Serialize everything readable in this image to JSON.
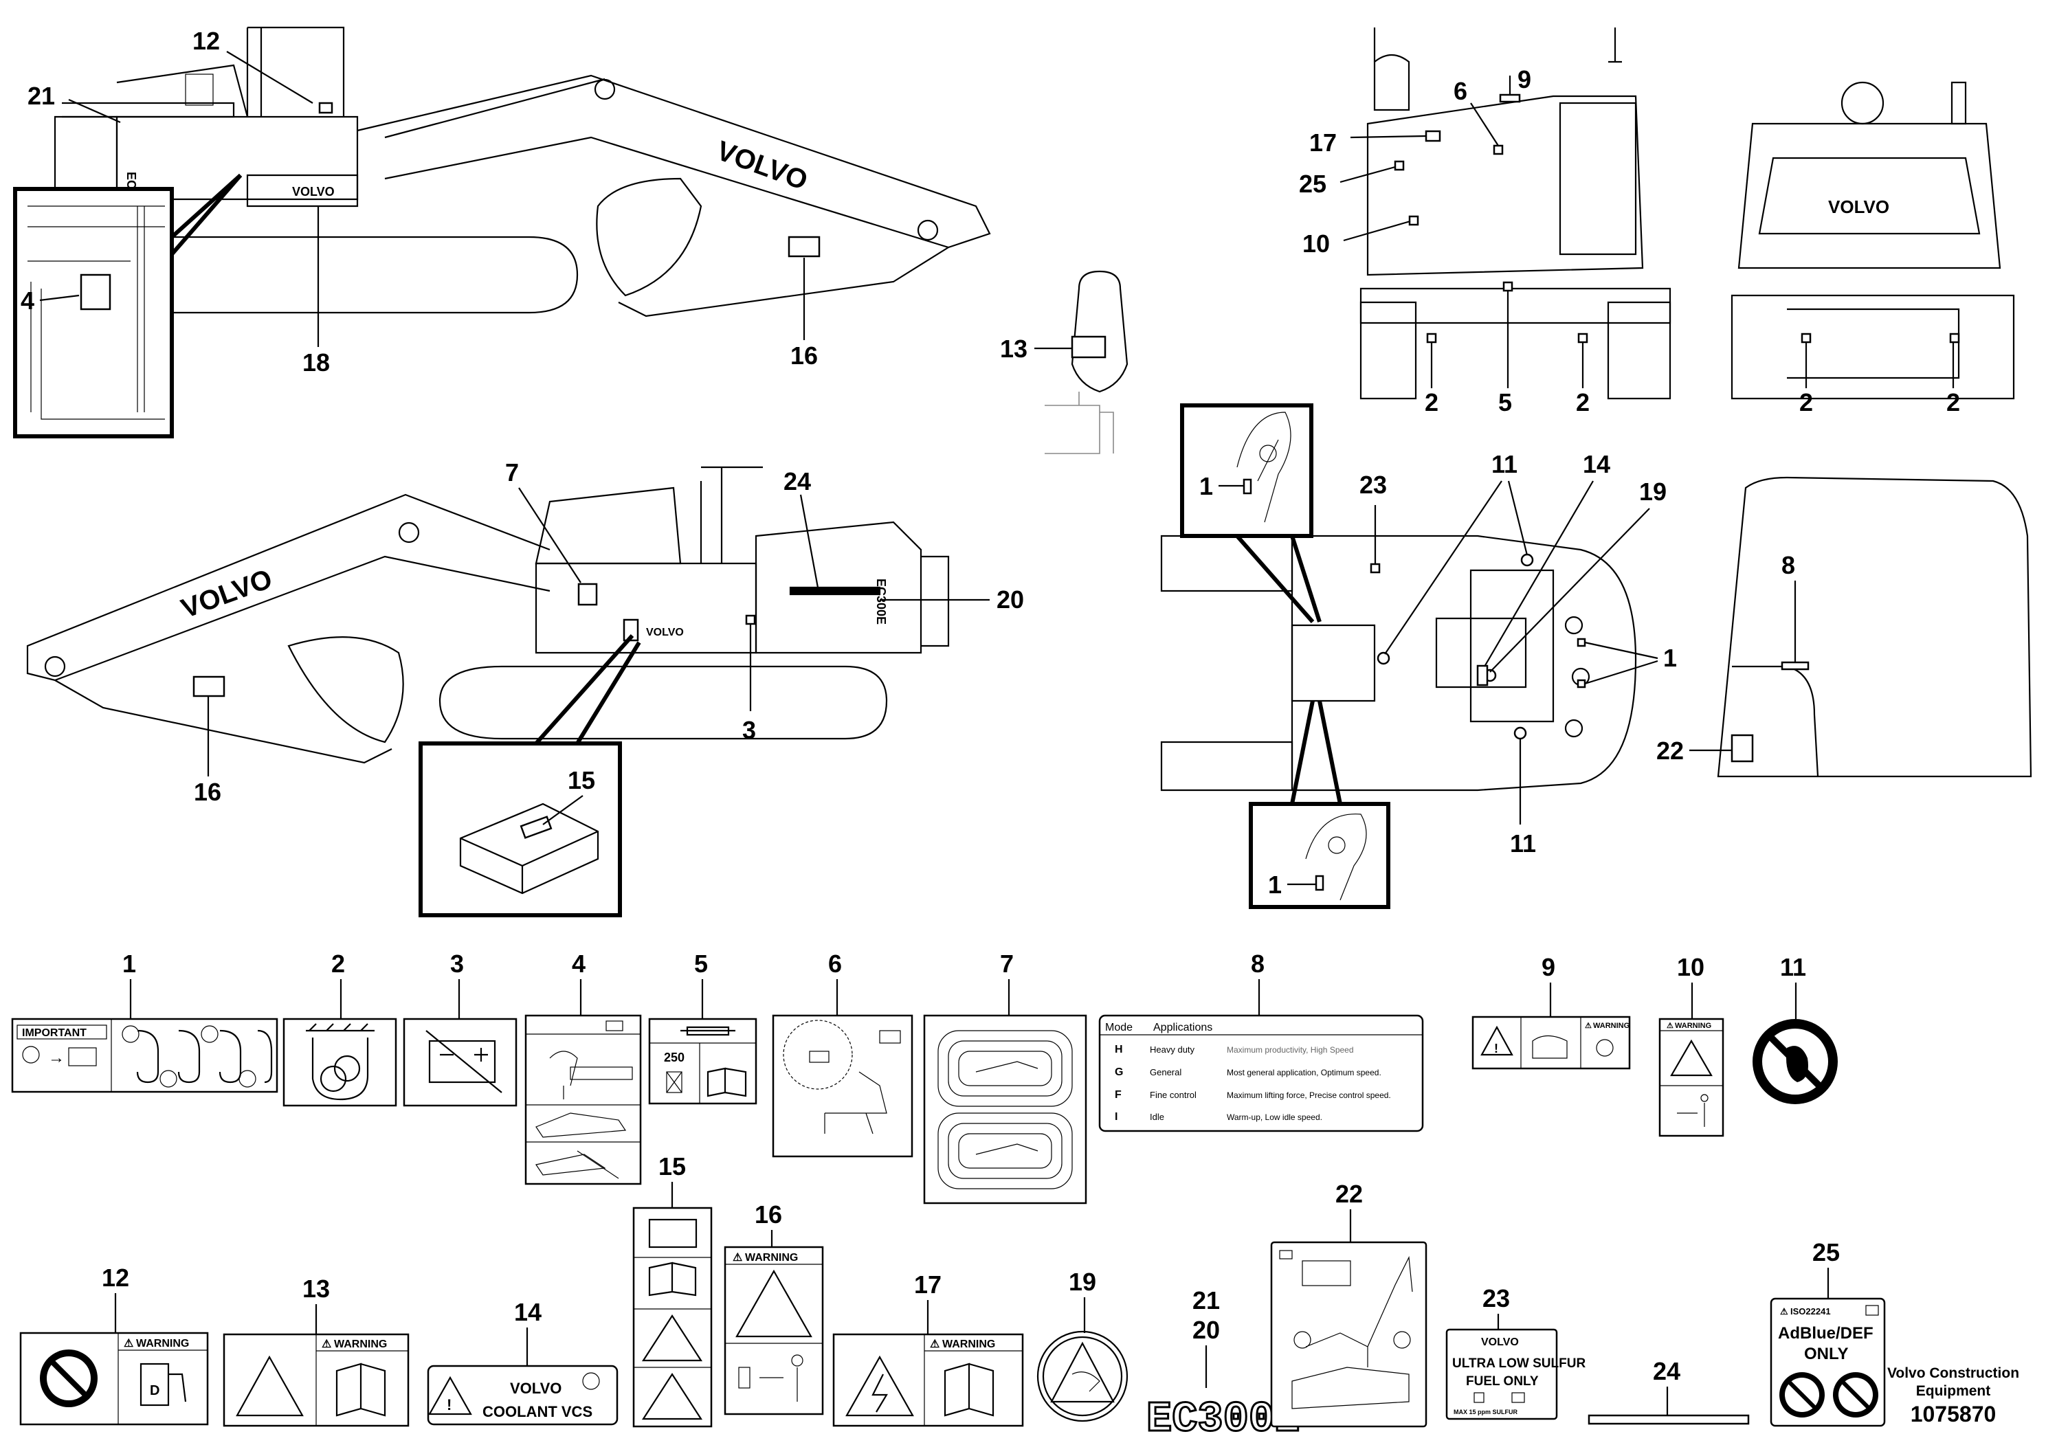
{
  "footer": {
    "company": "Volvo Construction Equipment",
    "drawing_number": "1075870"
  },
  "callouts": {
    "n1": "1",
    "n2": "2",
    "n3": "3",
    "n4": "4",
    "n5": "5",
    "n6": "6",
    "n7": "7",
    "n8": "8",
    "n9": "9",
    "n10": "10",
    "n11": "11",
    "n12": "12",
    "n13": "13",
    "n14": "14",
    "n15": "15",
    "n16": "16",
    "n17": "17",
    "n18": "18",
    "n19": "19",
    "n20": "20",
    "n21": "21",
    "n22": "22",
    "n23": "23",
    "n24": "24",
    "n25": "25"
  },
  "machine": {
    "brand": "VOLVO",
    "model": "EC300E"
  },
  "decals": {
    "d1_important": "IMPORTANT",
    "d5_interval": "250",
    "d8": {
      "header_mode": "Mode",
      "header_apps": "Applications",
      "rows": [
        {
          "code": "H",
          "name": "Heavy duty",
          "desc": "Maximum productivity, High Speed"
        },
        {
          "code": "G",
          "name": "General",
          "desc": "Most general application, Optimum speed."
        },
        {
          "code": "F",
          "name": "Fine control",
          "desc": "Maximum lifting force, Precise control speed."
        },
        {
          "code": "I",
          "name": "Idle",
          "desc": "Warm-up, Low idle speed."
        }
      ]
    },
    "warning": "WARNING",
    "d14_line1": "VOLVO",
    "d14_line2": "COOLANT VCS",
    "d23_brand": "VOLVO",
    "d23_line1": "ULTRA LOW SULFUR",
    "d23_line2": "FUEL ONLY",
    "d23_line3": "MAX 15 ppm SULFUR",
    "d25_std": "ISO22241",
    "d25_line1": "AdBlue/DEF",
    "d25_line2": "ONLY",
    "d12_fuel": "D"
  }
}
